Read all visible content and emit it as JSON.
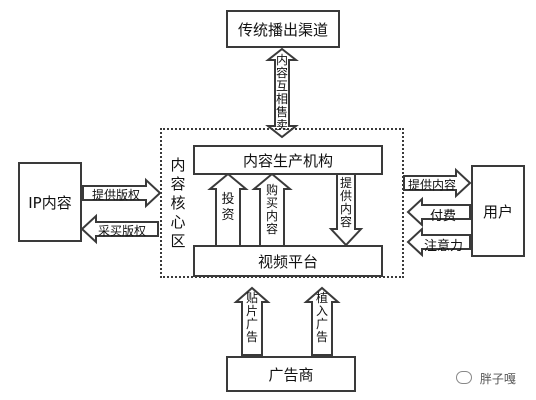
{
  "nodes": {
    "traditional": "传统播出渠道",
    "ip": "IP内容",
    "producer": "内容生产机构",
    "platform": "视频平台",
    "user": "用户",
    "advertiser": "广告商",
    "core_zone": "内容核心区"
  },
  "edges": {
    "mutual_sales": "内容互相售卖",
    "provide_copyright": "提供版权",
    "buy_copyright": "采买版权",
    "invest": "投资",
    "buy_content": "购买内容",
    "provide_content_down": "提供内容",
    "provide_content_user": "提供内容",
    "pay": "付费",
    "attention": "注意力",
    "pre_roll": "贴片广告",
    "product_placement": "植入广告"
  },
  "watermark": {
    "icon": "wechat-icon",
    "text": "胖子嘎"
  }
}
